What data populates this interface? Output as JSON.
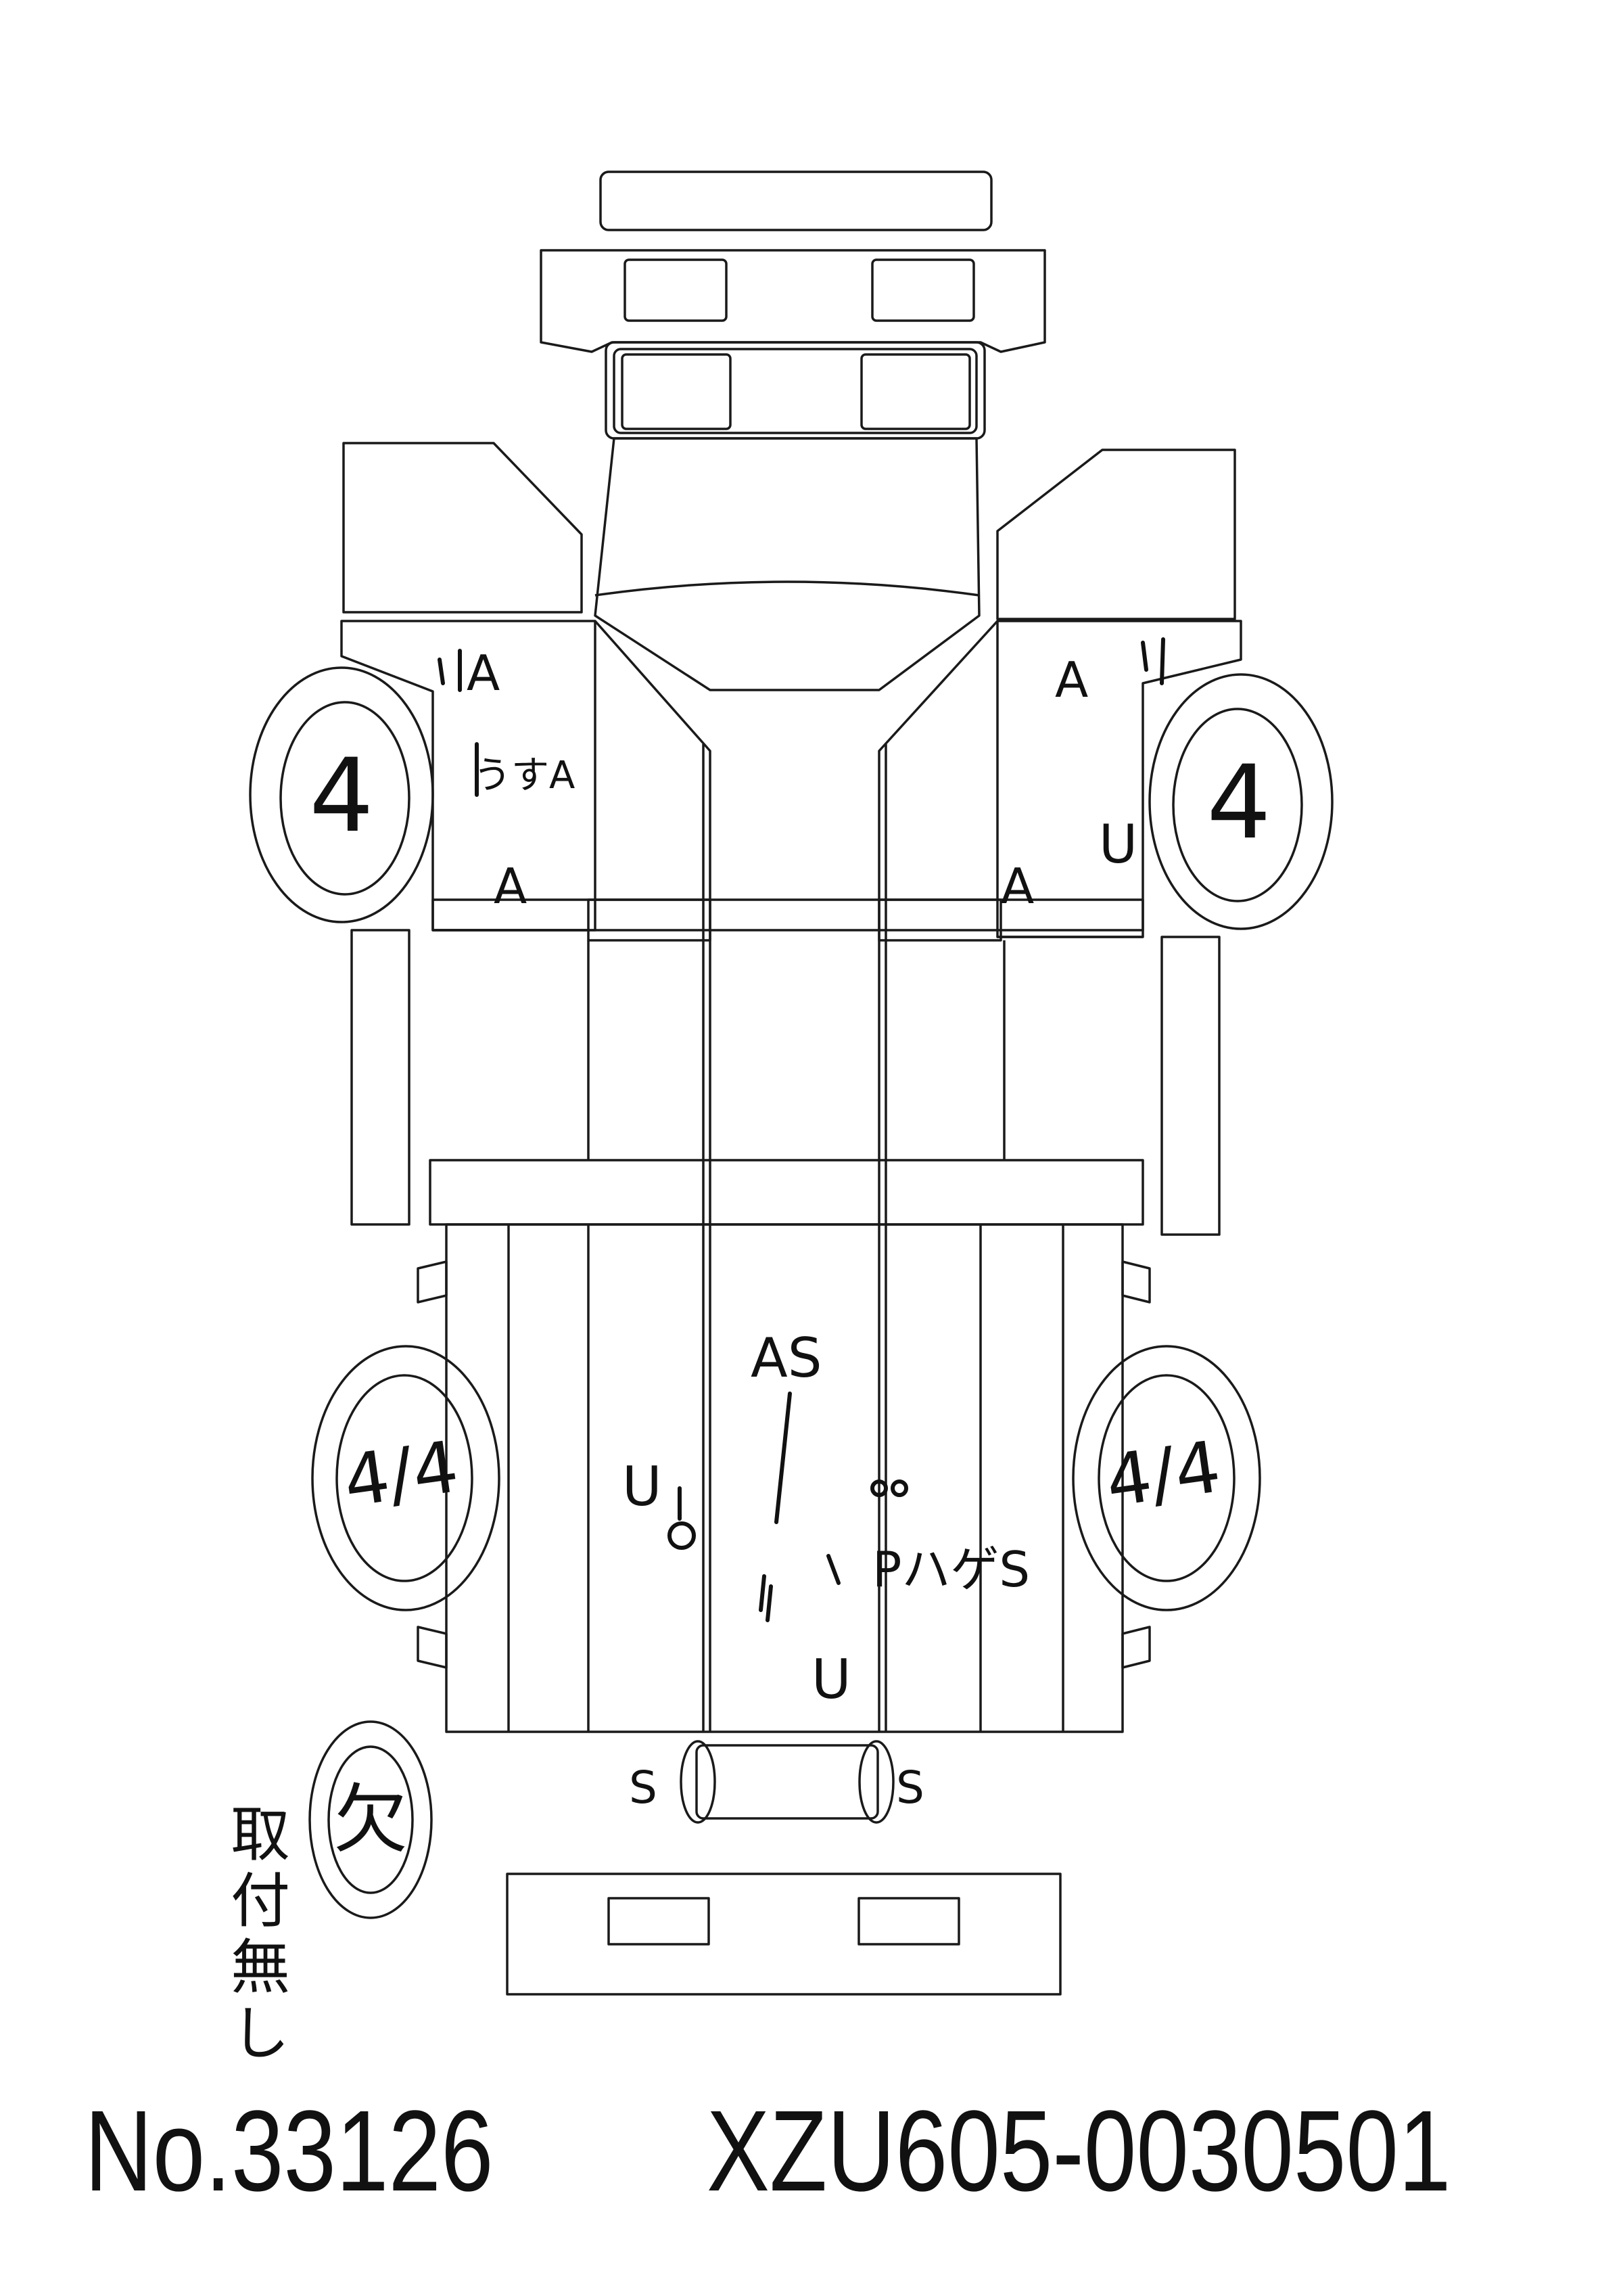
{
  "tires": {
    "front_left": "4",
    "front_right": "4",
    "rear_left": "4/4",
    "rear_right": "4/4",
    "spare": "欠"
  },
  "annotations": {
    "front_left_upper": "A",
    "front_left_mid": "うすA",
    "front_left_lower": "A",
    "front_right_upper": "A",
    "front_right_mid": "U",
    "front_right_lower": "A",
    "rear_center": "AS",
    "rear_left_u": "U",
    "rear_right_mark": "PハゲS",
    "rear_bottom_u": "U",
    "muffler_left": "S",
    "muffler_right": "S",
    "spare_note": "取付無し"
  },
  "footer": {
    "stock_number": "No.33126",
    "chassis_number": "XZU605-0030501"
  }
}
